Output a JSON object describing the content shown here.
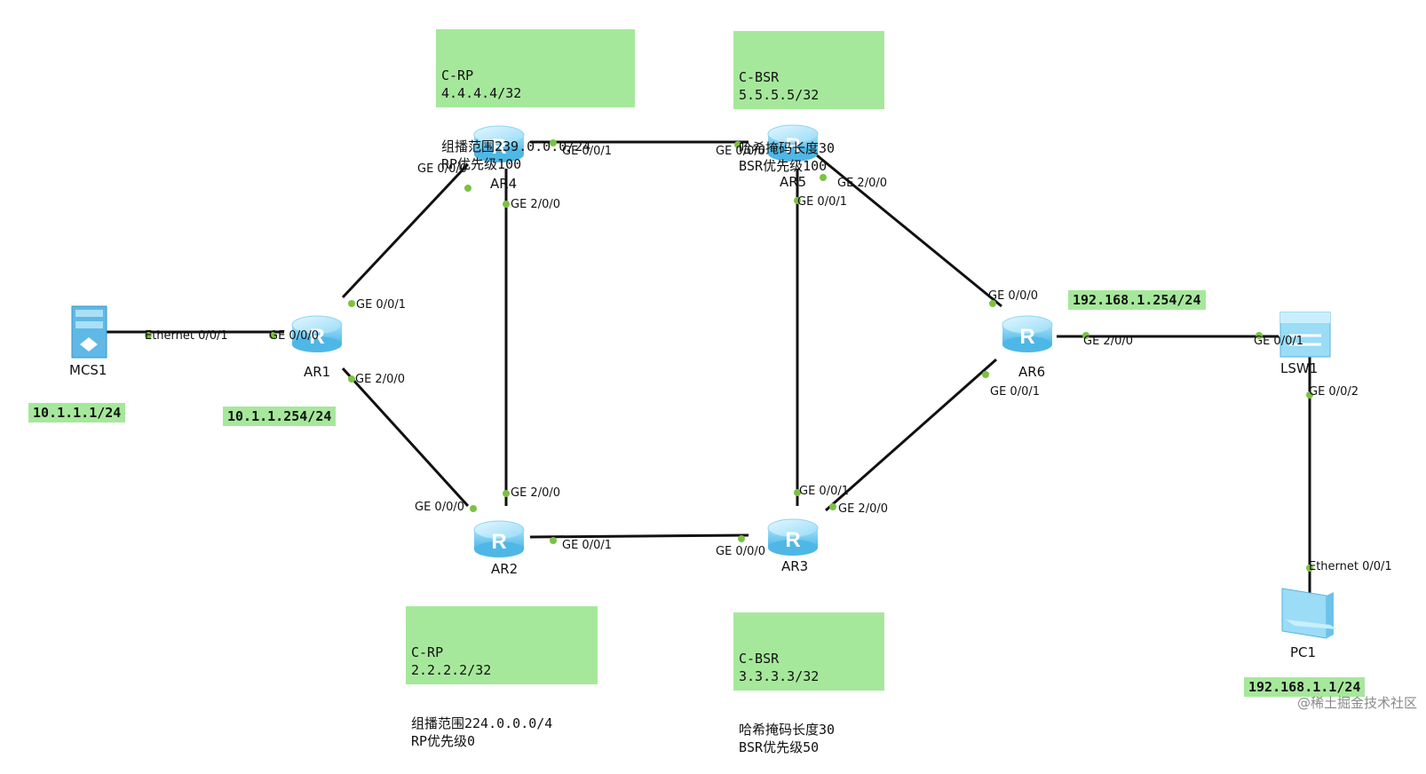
{
  "devices": {
    "MCS1": "MCS1",
    "AR1": "AR1",
    "AR2": "AR2",
    "AR3": "AR3",
    "AR4": "AR4",
    "AR5": "AR5",
    "AR6": "AR6",
    "LSW1": "LSW1",
    "PC1": "PC1"
  },
  "notes": {
    "ar4": [
      "C-RP",
      "4.4.4.4/32",
      "组播范围239.0.0.0/24",
      "RP优先级100"
    ],
    "ar5": [
      "C-BSR",
      "5.5.5.5/32",
      "哈希掩码长度30",
      "BSR优先级100"
    ],
    "ar2": [
      "C-RP",
      "2.2.2.2/32",
      "组播范围224.0.0.0/4",
      "RP优先级0"
    ],
    "ar3": [
      "C-BSR",
      "3.3.3.3/32",
      "哈希掩码长度30",
      "BSR优先级50"
    ]
  },
  "addresses": {
    "mcs1": "10.1.1.1/24",
    "ar1": "10.1.1.254/24",
    "ar6": "192.168.1.254/24",
    "pc1": "192.168.1.1/24"
  },
  "ports": {
    "mcs1_e001": "Ethernet 0/0/1",
    "ar1_ge000": "GE 0/0/0",
    "ar1_ge001": "GE 0/0/1",
    "ar1_ge200": "GE 2/0/0",
    "ar4_ge000": "GE 0/0/0",
    "ar4_ge001": "GE 0/0/1",
    "ar4_ge200": "GE 2/0/0",
    "ar5_ge000": "GE 0/0/0",
    "ar5_ge001": "GE 0/0/1",
    "ar5_ge200": "GE 2/0/0",
    "ar2_ge000": "GE 0/0/0",
    "ar2_ge001": "GE 0/0/1",
    "ar2_ge200": "GE 2/0/0",
    "ar3_ge000": "GE 0/0/0",
    "ar3_ge001": "GE 0/0/1",
    "ar3_ge200": "GE 2/0/0",
    "ar6_ge000": "GE 0/0/0",
    "ar6_ge001": "GE 0/0/1",
    "ar6_ge200": "GE 2/0/0",
    "lsw1_ge001": "GE 0/0/1",
    "lsw1_ge002": "GE 0/0/2",
    "pc1_e001": "Ethernet 0/0/1"
  },
  "watermark": "@稀土掘金技术社区",
  "colors": {
    "note_bg": "#a6e89b",
    "router_body": "#7fd3f5",
    "router_top": "#b8ecff",
    "port_dot": "#7cc242",
    "link": "#111111"
  }
}
